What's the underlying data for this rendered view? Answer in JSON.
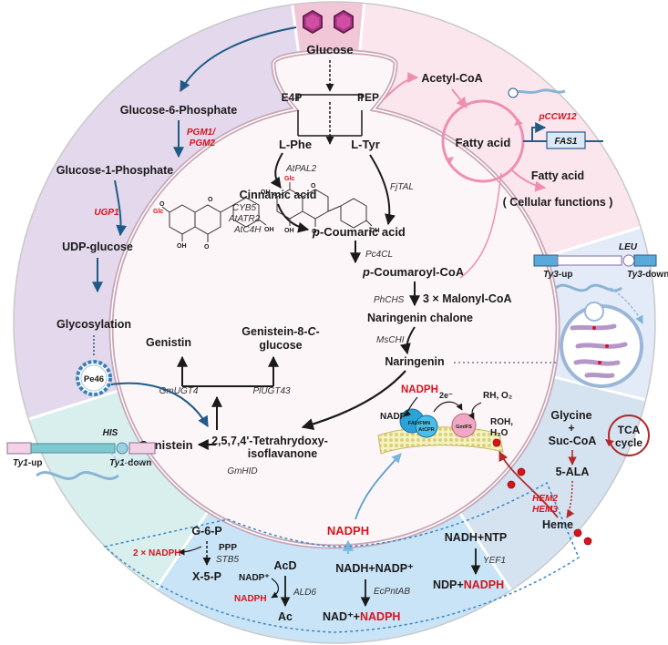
{
  "central": {
    "glucose": "Glucose",
    "e4p": "E4P",
    "pep": "PEP",
    "lphe": "L-Phe",
    "ltyr": "L-Tyr",
    "atpal2": "AtPAL2",
    "cinnamic": "Cinnamic acid",
    "cyb5": "CYB5",
    "atatr2": "AtATR2",
    "atc4h": "AtC4H",
    "fjtal": "FjTAL",
    "pcoumaric_p": "p",
    "pcoumaric_rest": "-Coumaric acid",
    "pc4cl": "Pc4CL",
    "pcoumaroyl_p": "p",
    "pcoumaroyl_rest": "-Coumaroyl-CoA",
    "malonyl": "3 × Malonyl-CoA",
    "phchs": "PhCHS",
    "chalcone": "Naringenin chalone",
    "mschi": "MsCHI",
    "naringenin": "Naringenin",
    "tetra1": "2,5,7,4'-Tetrahrydoxy-",
    "tetra2": "isoflavanone",
    "genistein": "Genistein",
    "gmhid": "GmHID",
    "genistin": "Genistin",
    "genistein8c_1": "Genistein-8-",
    "genistein8c_c": "C",
    "genistein8c_2": "-",
    "genistein8c_3": "glucose",
    "gmugt4": "GmUGT4",
    "plugt43": "PlUGT43",
    "glc1": "Glc",
    "glc2": "Glc",
    "oh1": "OH",
    "oh2": "OH",
    "oh3": "OH",
    "oh4": "OH",
    "oh5": "OH",
    "o1": "O",
    "o2": "O",
    "o3": "O",
    "o4": "O",
    "o5": "O",
    "nadph_top": "NADPH",
    "nadp_plus": "NADP⁺",
    "electrons": "2e⁻",
    "rh_o2": "RH, O₂",
    "roh": "ROH,",
    "h2o": "H₂O",
    "fad_label": "FAD/FMN",
    "atcpr_label": "AtCPR",
    "gmifs_label": "GmIFS",
    "nadph_bottom": "NADPH"
  },
  "left_top": {
    "g6p": "Glucose-6-Phosphate",
    "pgm1": "PGM1/",
    "pgm2": "PGM2",
    "g1p": "Glucose-1-Phosphate",
    "ugp1": "UGP1",
    "udp": "UDP-glucose",
    "glycosylation": "Glycosylation",
    "pe46": "Pe46"
  },
  "left_bottom": {
    "ty1up": "Ty1",
    "ty1up_suffix": "-up",
    "his": "HIS",
    "ty1down": "Ty1",
    "ty1down_suffix": "-down"
  },
  "right_top": {
    "acetyl": "Acetyl-CoA",
    "fatty": "Fatty acid",
    "pccw12": "pCCW12",
    "fas1": "FAS1",
    "fatty2": "Fatty acid",
    "cellular": "( Cellular functions )"
  },
  "right_mid": {
    "ty3up": "Ty3",
    "ty3up_suffix": "-up",
    "leu": "LEU",
    "ty3down": "Ty3",
    "ty3down_suffix": "-down"
  },
  "right_bottom": {
    "glycine": "Glycine",
    "plus": "+",
    "succoa": "Suc-CoA",
    "tca1": "TCA",
    "tca2": "cycle",
    "ala": "5-ALA",
    "hem2": "HEM2",
    "hem3": "HEM3",
    "heme": "Heme"
  },
  "bottom": {
    "g6p": "G-6-P",
    "ppp": "PPP",
    "stb5": "STB5",
    "two_nadph": "2 × NADPH",
    "x5p": "X-5-P",
    "acd": "AcD",
    "nadp_plus": "NADP⁺",
    "nadph": "NADPH",
    "ald6": "ALD6",
    "ac": "Ac",
    "nadh_nadp": "NADH+NADP⁺",
    "ecpntab": "EcPntAB",
    "nad_plus": "NAD⁺+",
    "nad_nadph": "NADPH",
    "nadh_ntp": "NADH+NTP",
    "yef1": "YEF1",
    "ndp_plus": "NDP+",
    "ndp_nadph": "NADPH"
  },
  "colors": {
    "left_top_bg": "#e3d8ec",
    "left_bottom_bg": "#d9efee",
    "bottom_bg": "#c9e4f7",
    "right_bottom_bg": "#d5e3f1",
    "right_mid_bg": "#e3ebf8",
    "right_top_bg": "#fbe6ee",
    "top_bg": "#f1c7d8",
    "cell_bg": "#fdf6f8",
    "red": "#d8131c",
    "arrow_blue": "#1f5a86"
  }
}
